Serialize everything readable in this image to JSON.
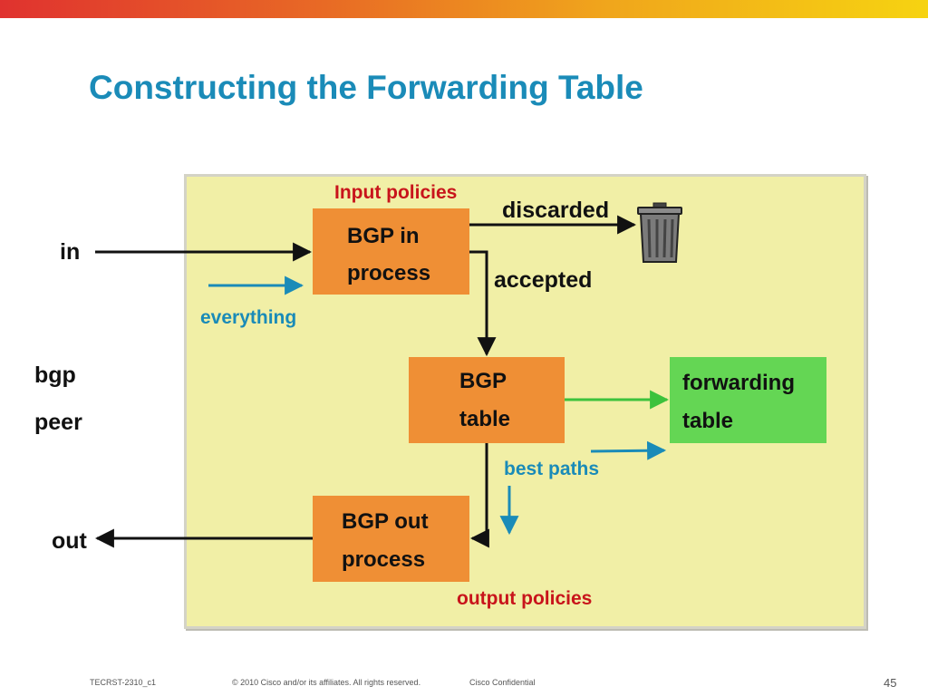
{
  "slide": {
    "title": "Constructing the Forwarding Table",
    "footer": {
      "course_code": "TECRST-2310_c1",
      "copyright": "© 2010 Cisco and/or its affiliates. All rights reserved.",
      "confidential": "Cisco Confidential",
      "page_number": "45"
    }
  },
  "diagram": {
    "boxes": {
      "bgp_in": {
        "line1": "BGP in",
        "line2": "process"
      },
      "bgp_table": {
        "line1": "BGP",
        "line2": "table"
      },
      "bgp_out": {
        "line1": "BGP out",
        "line2": "process"
      },
      "forwarding_table": {
        "line1": "forwarding",
        "line2": "table"
      }
    },
    "labels": {
      "in": "in",
      "bgp": "bgp",
      "peer": "peer",
      "out": "out",
      "input_policies": "Input policies",
      "discarded": "discarded",
      "accepted": "accepted",
      "everything": "everything",
      "best_paths": "best paths",
      "output_policies": "output policies"
    },
    "icons": {
      "discard": "trash-can-icon"
    },
    "colors": {
      "title": "#1a8bb8",
      "panel": "#f1efa6",
      "process_box": "#ef8f35",
      "forwarding_box": "#64d654",
      "policy_text": "#c8141b",
      "annotation_text": "#1a8bb8"
    }
  }
}
